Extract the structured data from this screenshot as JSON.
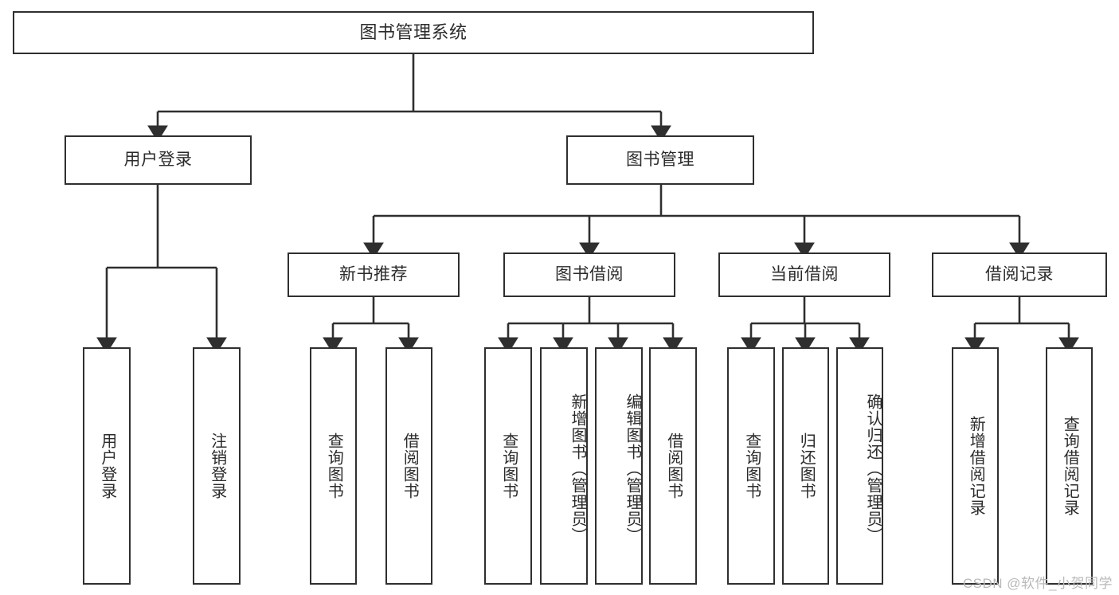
{
  "diagram": {
    "title": "图书管理系统",
    "type": "tree-hierarchy",
    "root": {
      "label": "图书管理系统"
    },
    "level1": [
      {
        "label": "用户登录"
      },
      {
        "label": "图书管理"
      }
    ],
    "level2": [
      {
        "label": "新书推荐"
      },
      {
        "label": "图书借阅"
      },
      {
        "label": "当前借阅"
      },
      {
        "label": "借阅记录"
      }
    ],
    "leaves": {
      "user_login": [
        {
          "label": "用户登录"
        },
        {
          "label": "注销登录"
        }
      ],
      "new_book_recommend": [
        {
          "label": "查询图书"
        },
        {
          "label": "借阅图书"
        }
      ],
      "book_borrow": [
        {
          "label": "查询图书"
        },
        {
          "label": "新增图书（管理员）"
        },
        {
          "label": "编辑图书（管理员）"
        },
        {
          "label": "借阅图书"
        }
      ],
      "current_borrow": [
        {
          "label": "查询图书"
        },
        {
          "label": "归还图书"
        },
        {
          "label": "确认归还（管理员）"
        }
      ],
      "borrow_record": [
        {
          "label": "新增借阅记录"
        },
        {
          "label": "查询借阅记录"
        }
      ]
    }
  },
  "watermark": {
    "text": "CSDN @软件_小贺同学"
  },
  "colors": {
    "line": "#2f2f2f",
    "box_border": "#2f2f2f",
    "text": "#2b2b2b",
    "background": "#ffffff",
    "watermark": "#b9b9b9"
  }
}
